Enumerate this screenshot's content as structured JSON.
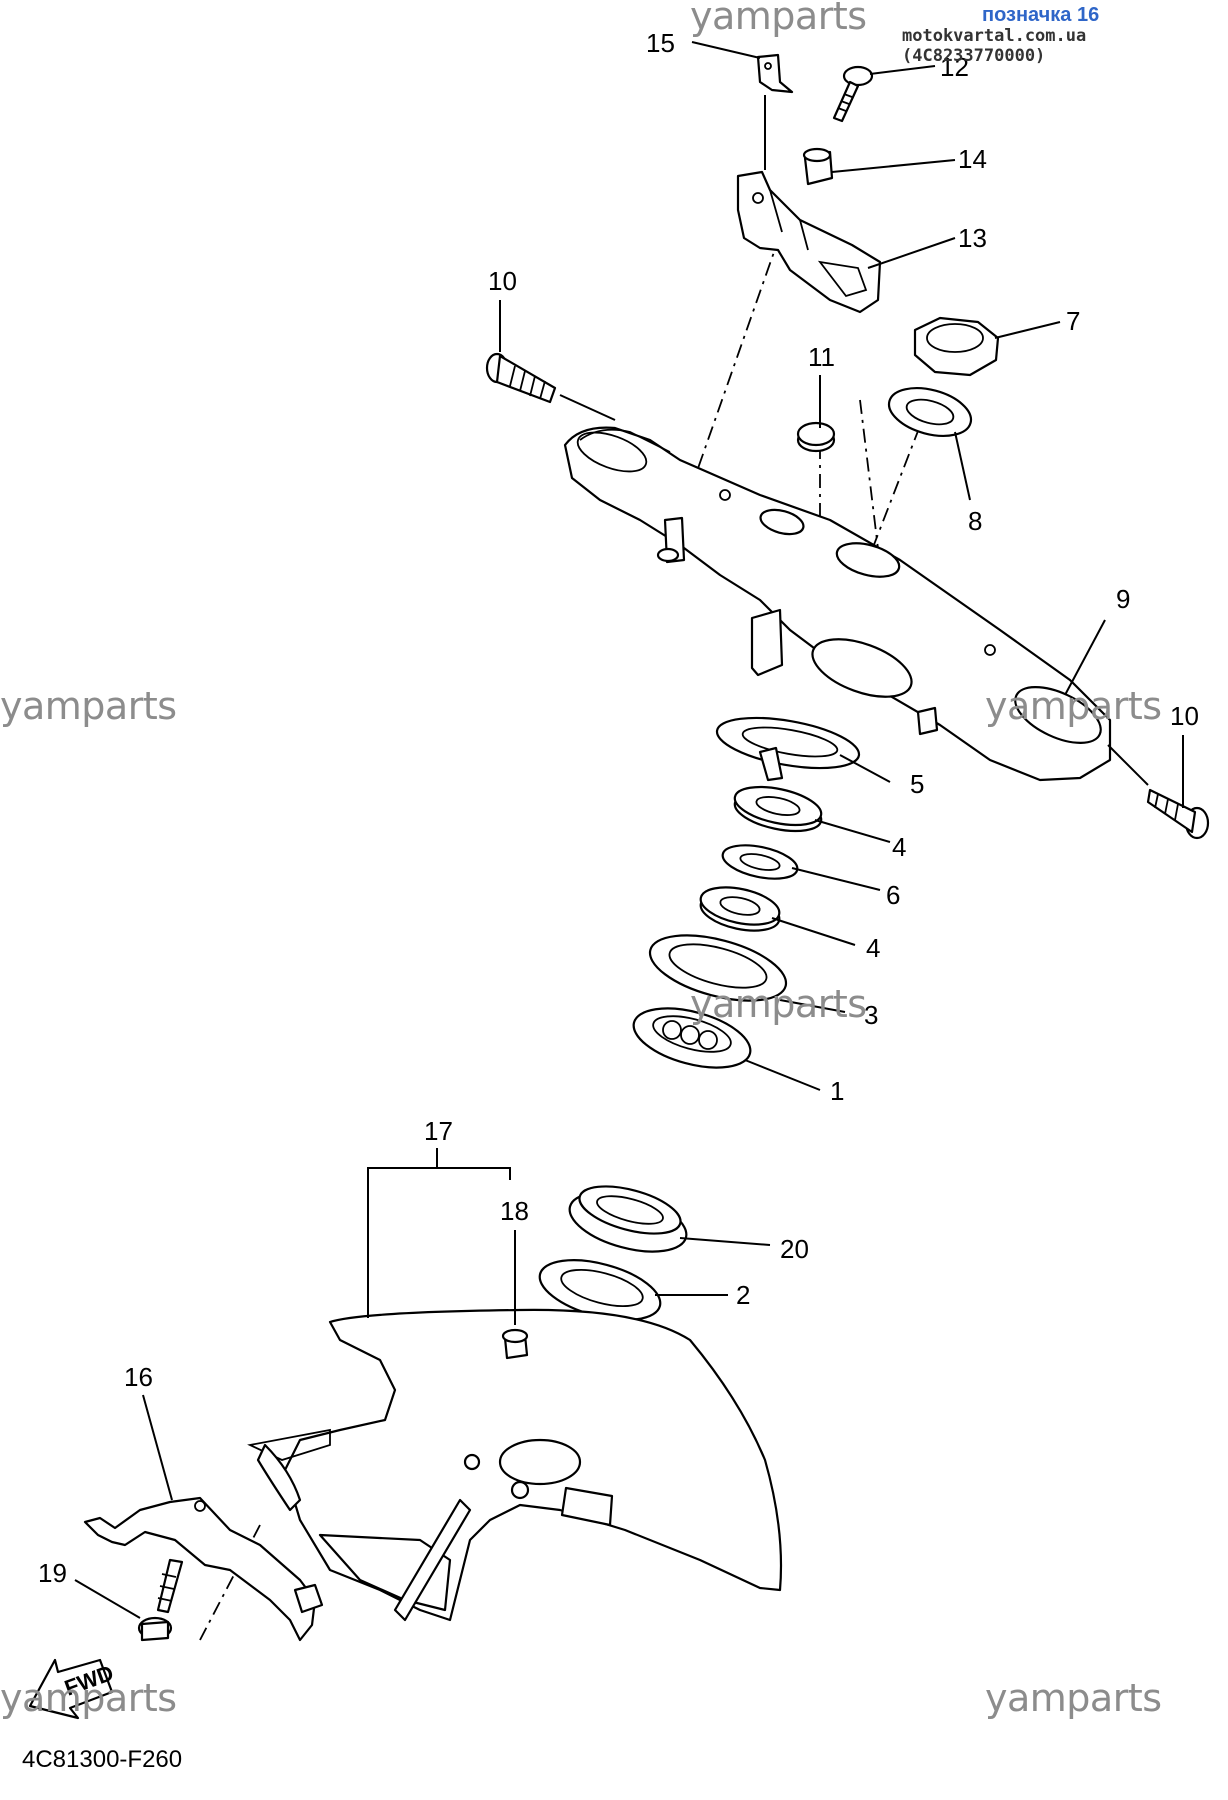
{
  "header": {
    "tag": "позначка 16",
    "site": "motokvartal.com.ua (4C8233770000)"
  },
  "watermarks": [
    "yamparts",
    "yamparts",
    "yamparts",
    "yamparts",
    "yamparts"
  ],
  "fwd_label": "FWD",
  "footer_code": "4C81300-F260",
  "callouts": [
    "15",
    "12",
    "14",
    "13",
    "10",
    "11",
    "7",
    "8",
    "9",
    "10",
    "5",
    "4",
    "6",
    "4",
    "3",
    "1",
    "17",
    "18",
    "20",
    "2",
    "16",
    "19"
  ]
}
